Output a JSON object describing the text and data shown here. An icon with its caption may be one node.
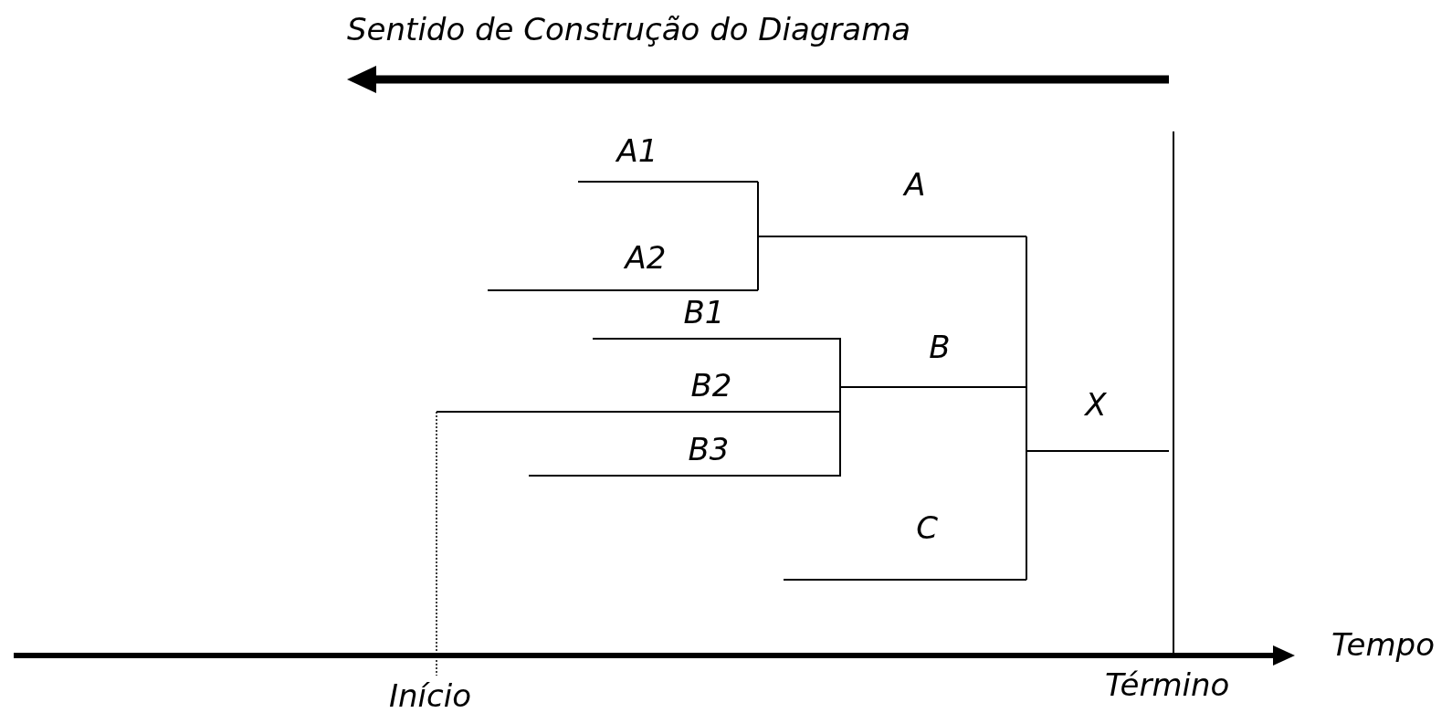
{
  "diagram": {
    "nodes": [
      {
        "text": [
          "A1"
        ]
      },
      {
        "text": [
          "A2"
        ]
      },
      {
        "text": [
          "A"
        ]
      },
      {
        "text": [
          "B1"
        ]
      },
      {
        "text": [
          "B2"
        ]
      },
      {
        "text": [
          "B3"
        ]
      },
      {
        "text": [
          "B"
        ]
      },
      {
        "text": [
          "C"
        ]
      },
      {
        "text": [
          "X"
        ]
      }
    ],
    "edges": [
      {
        "from": 0,
        "to": 2,
        "arrow": "none"
      },
      {
        "from": 1,
        "to": 2,
        "arrow": "none"
      },
      {
        "from": 3,
        "to": 6,
        "arrow": "none"
      },
      {
        "from": 4,
        "to": 6,
        "arrow": "none"
      },
      {
        "from": 5,
        "to": 6,
        "arrow": "none"
      },
      {
        "from": 2,
        "to": 8,
        "arrow": "none"
      },
      {
        "from": 6,
        "to": 8,
        "arrow": "none"
      },
      {
        "from": 7,
        "to": 8,
        "arrow": "none"
      }
    ],
    "labels": [
      "Sentido de Construção do Diagrama",
      "Tempo",
      "Início",
      "Término"
    ]
  }
}
